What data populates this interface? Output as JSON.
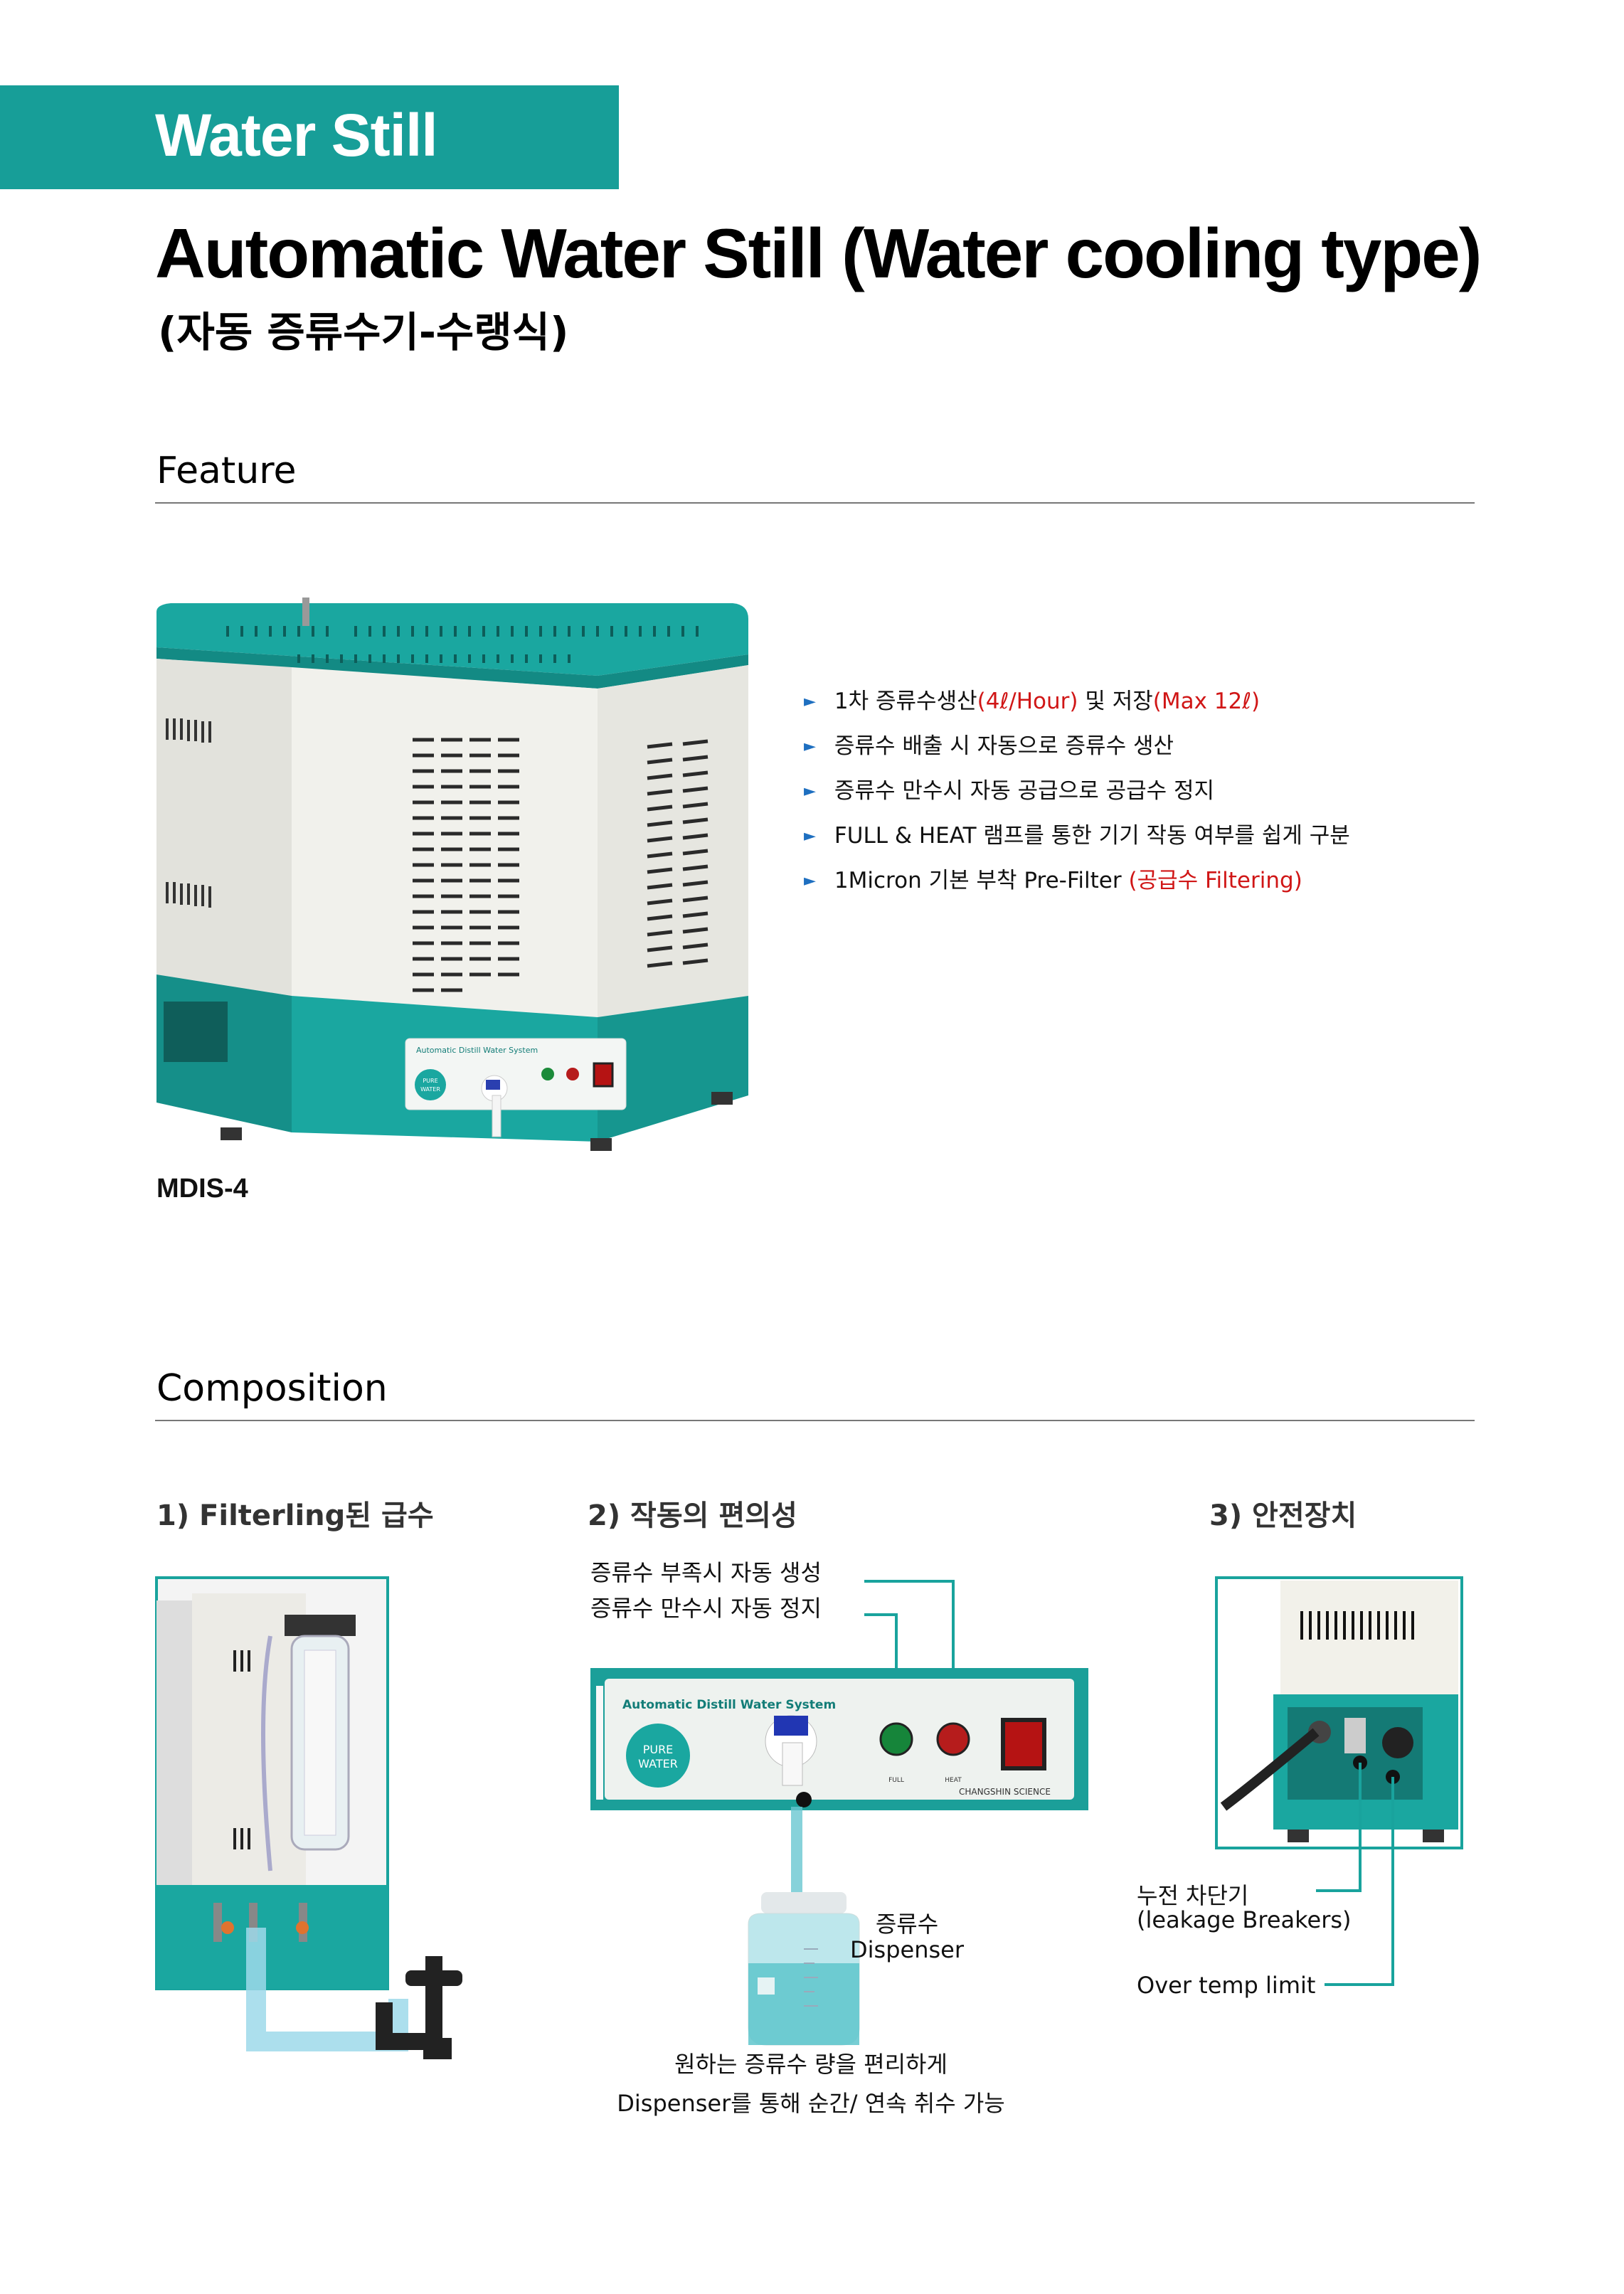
{
  "header": {
    "category": "Water Still",
    "title": "Automatic Water Still (Water cooling type)",
    "subtitle": "(자동 증류수기-수랭식)"
  },
  "feature": {
    "heading": "Feature",
    "items": [
      {
        "pre": "1차 증류수생산",
        "red1": "(4ℓ/Hour)",
        "mid": " 및 저장",
        "red2": "(Max 12ℓ)"
      },
      {
        "pre": "증류수 배출 시 자동으로 증류수 생산",
        "red1": "",
        "mid": "",
        "red2": ""
      },
      {
        "pre": "증류수 만수시 자동 공급으로 공급수 정지",
        "red1": "",
        "mid": "",
        "red2": ""
      },
      {
        "pre": "FULL & HEAT 램프를 통한 기기 작동 여부를 쉽게 구분",
        "red1": "",
        "mid": "",
        "red2": ""
      },
      {
        "pre": "1Micron 기본 부착 Pre-Filter ",
        "red1": "(공급수 Filtering)",
        "mid": "",
        "red2": ""
      }
    ],
    "model": "MDIS-4"
  },
  "product_photo": {
    "panel_title": "Automatic Distill Water System",
    "logo_text": [
      "PURE",
      "WATER"
    ]
  },
  "composition": {
    "heading": "Composition",
    "col1": {
      "heading": "1) Filterling된 급수"
    },
    "col2": {
      "heading": "2) 작동의 편의성",
      "note1": "증류수 부족시 자동 생성",
      "note2": "증류수 만수시 자동 정지",
      "panel_title": "Automatic Distill Water System",
      "logo1": "PURE",
      "logo2": "WATER",
      "lamp1": "FULL",
      "lamp2": "HEAT",
      "brand": "CHANGSHIN SCIENCE",
      "dispenser_kr": "증류수",
      "dispenser_en": "Dispenser",
      "caption1": "원하는 증류수 량을 편리하게",
      "caption2": "Dispenser를 통해 순간/ 연속 취수 가능"
    },
    "col3": {
      "heading": "3) 안전장치",
      "breaker_kr": "누전 차단기",
      "breaker_en": "(leakage Breakers)",
      "overtemp": "Over temp limit"
    }
  },
  "colors": {
    "teal": "#179e98",
    "red": "#d01616",
    "bullet": "#1e6fc0"
  }
}
